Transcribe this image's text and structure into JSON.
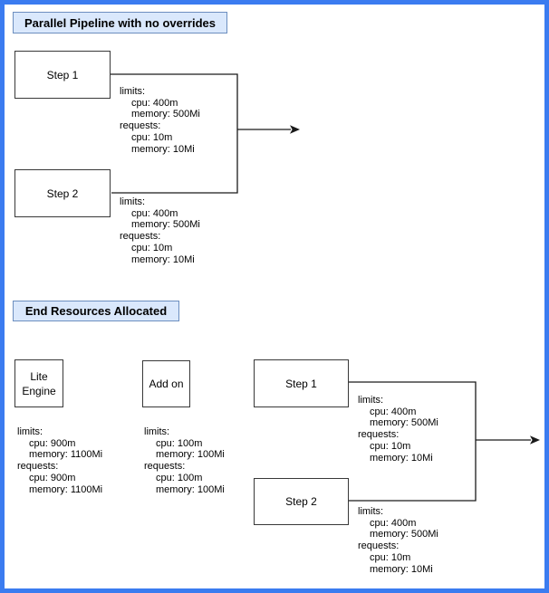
{
  "colors": {
    "frame_border": "#3b7cf0",
    "title_fill": "#dae8fc",
    "title_border": "#6c8ebf",
    "node_border": "#383838",
    "connector": "#1a1a1a"
  },
  "top_section": {
    "title": "Parallel Pipeline with no overrides",
    "steps": [
      {
        "label": "Step 1",
        "resources": [
          "limits:",
          "cpu: 400m",
          "memory: 500Mi",
          "requests:",
          "cpu: 10m",
          "memory: 10Mi"
        ]
      },
      {
        "label": "Step 2",
        "resources": [
          "limits:",
          "cpu: 400m",
          "memory: 500Mi",
          "requests:",
          "cpu: 10m",
          "memory: 10Mi"
        ]
      }
    ]
  },
  "bottom_section": {
    "title": "End Resources Allocated",
    "lite_engine": {
      "label_lines": [
        "Lite",
        "Engine"
      ],
      "resources": [
        "limits:",
        "cpu: 900m",
        "memory: 1100Mi",
        "requests:",
        "cpu: 900m",
        "memory: 1100Mi"
      ]
    },
    "add_on": {
      "label": "Add on",
      "resources": [
        "limits:",
        "cpu: 100m",
        "memory: 100Mi",
        "requests:",
        "cpu: 100m",
        "memory: 100Mi"
      ]
    },
    "steps": [
      {
        "label": "Step 1",
        "resources": [
          "limits:",
          "cpu: 400m",
          "memory: 500Mi",
          "requests:",
          "cpu: 10m",
          "memory: 10Mi"
        ]
      },
      {
        "label": "Step 2",
        "resources": [
          "limits:",
          "cpu: 400m",
          "memory: 500Mi",
          "requests:",
          "cpu: 10m",
          "memory: 10Mi"
        ]
      }
    ]
  }
}
